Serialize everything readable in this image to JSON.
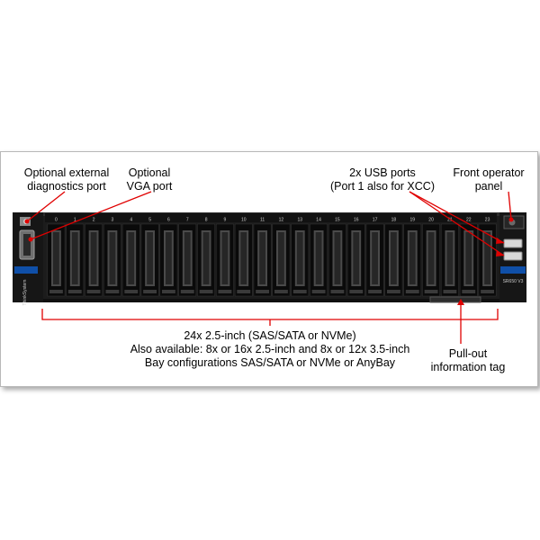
{
  "labels": {
    "diag_port": [
      "Optional external",
      "diagnostics port"
    ],
    "vga_port": [
      "Optional",
      "VGA port"
    ],
    "usb_ports": [
      "2x USB ports",
      "(Port 1 also for XCC)"
    ],
    "front_panel": [
      "Front operator",
      "panel"
    ],
    "drive_bays": [
      "24x 2.5-inch (SAS/SATA or NVMe)",
      "Also available: 8x or 16x 2.5-inch and 8x or 12x 3.5-inch",
      "Bay configurations SAS/SATA or NVMe or AnyBay"
    ],
    "info_tag": [
      "Pull-out",
      "information tag"
    ]
  },
  "server": {
    "brand": "ThinkSystem",
    "model": "SR650 V3",
    "bay_numbers": [
      "0",
      "1",
      "2",
      "3",
      "4",
      "5",
      "6",
      "7",
      "8",
      "9",
      "10",
      "11",
      "12",
      "13",
      "14",
      "15",
      "16",
      "17",
      "18",
      "19",
      "20",
      "21",
      "22",
      "23"
    ]
  },
  "colors": {
    "callout": "#e00000",
    "chassis": "#1c1c1c",
    "bay": "#0a0a0a",
    "vent": "#4a4a4a"
  }
}
